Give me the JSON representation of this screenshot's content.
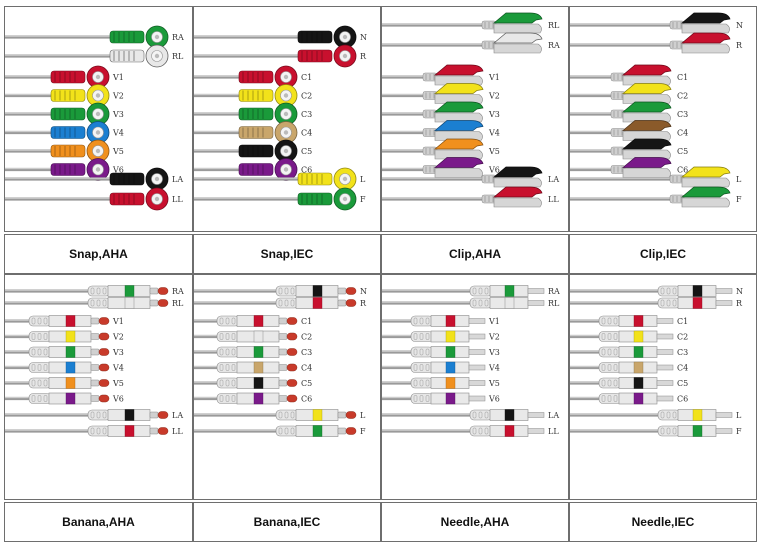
{
  "colors": {
    "white": "#e8e8e8",
    "black": "#151515",
    "red": "#c8102e",
    "green": "#1a9a3a",
    "yellow": "#f2e21a",
    "blue": "#1b7fd1",
    "orange": "#f0901e",
    "purple": "#7a1a8a",
    "brown": "#8a5a2a",
    "tan": "#c9a66b"
  },
  "panels": [
    {
      "caption": "Snap,AHA",
      "connector": "snap",
      "top": [
        [
          "RA",
          "green"
        ],
        [
          "RL",
          "white"
        ]
      ],
      "mid": [
        [
          "V1",
          "red"
        ],
        [
          "V2",
          "yellow"
        ],
        [
          "V3",
          "green"
        ],
        [
          "V4",
          "blue"
        ],
        [
          "V5",
          "orange"
        ],
        [
          "V6",
          "purple"
        ]
      ],
      "bot": [
        [
          "LA",
          "black"
        ],
        [
          "LL",
          "red"
        ]
      ]
    },
    {
      "caption": "Snap,IEC",
      "connector": "snap",
      "top": [
        [
          "N",
          "black"
        ],
        [
          "R",
          "red"
        ]
      ],
      "mid": [
        [
          "C1",
          "red"
        ],
        [
          "C2",
          "yellow"
        ],
        [
          "C3",
          "green"
        ],
        [
          "C4",
          "tan"
        ],
        [
          "C5",
          "black"
        ],
        [
          "C6",
          "purple"
        ]
      ],
      "bot": [
        [
          "L",
          "yellow"
        ],
        [
          "F",
          "green"
        ]
      ]
    },
    {
      "caption": "Clip,AHA",
      "connector": "clip",
      "top": [
        [
          "RL",
          "green"
        ],
        [
          "RA",
          "white"
        ]
      ],
      "mid": [
        [
          "V1",
          "red"
        ],
        [
          "V2",
          "yellow"
        ],
        [
          "V3",
          "green"
        ],
        [
          "V4",
          "blue"
        ],
        [
          "V5",
          "orange"
        ],
        [
          "V6",
          "purple"
        ]
      ],
      "bot": [
        [
          "LA",
          "black"
        ],
        [
          "LL",
          "red"
        ]
      ]
    },
    {
      "caption": "Clip,IEC",
      "connector": "clip",
      "top": [
        [
          "N",
          "black"
        ],
        [
          "R",
          "red"
        ]
      ],
      "mid": [
        [
          "C1",
          "red"
        ],
        [
          "C2",
          "yellow"
        ],
        [
          "C3",
          "green"
        ],
        [
          "C4",
          "brown"
        ],
        [
          "C5",
          "black"
        ],
        [
          "C6",
          "purple"
        ]
      ],
      "bot": [
        [
          "L",
          "yellow"
        ],
        [
          "F",
          "green"
        ]
      ]
    },
    {
      "caption": "Banana,AHA",
      "connector": "banana",
      "top": [
        [
          "RA",
          "green"
        ],
        [
          "RL",
          "white"
        ]
      ],
      "mid": [
        [
          "V1",
          "red"
        ],
        [
          "V2",
          "yellow"
        ],
        [
          "V3",
          "green"
        ],
        [
          "V4",
          "blue"
        ],
        [
          "V5",
          "orange"
        ],
        [
          "V6",
          "purple"
        ]
      ],
      "bot": [
        [
          "LA",
          "black"
        ],
        [
          "LL",
          "red"
        ]
      ]
    },
    {
      "caption": "Banana,IEC",
      "connector": "banana",
      "top": [
        [
          "N",
          "black"
        ],
        [
          "R",
          "red"
        ]
      ],
      "mid": [
        [
          "C1",
          "red"
        ],
        [
          "C2",
          "white"
        ],
        [
          "C3",
          "green"
        ],
        [
          "C4",
          "tan"
        ],
        [
          "C5",
          "black"
        ],
        [
          "C6",
          "purple"
        ]
      ],
      "bot": [
        [
          "L",
          "yellow"
        ],
        [
          "F",
          "green"
        ]
      ]
    },
    {
      "caption": "Needle,AHA",
      "connector": "needle",
      "top": [
        [
          "RA",
          "green"
        ],
        [
          "RL",
          "white"
        ]
      ],
      "mid": [
        [
          "V1",
          "red"
        ],
        [
          "V2",
          "yellow"
        ],
        [
          "V3",
          "green"
        ],
        [
          "V4",
          "blue"
        ],
        [
          "V5",
          "orange"
        ],
        [
          "V6",
          "purple"
        ]
      ],
      "bot": [
        [
          "LA",
          "black"
        ],
        [
          "LL",
          "red"
        ]
      ]
    },
    {
      "caption": "Needle,IEC",
      "connector": "needle",
      "top": [
        [
          "N",
          "black"
        ],
        [
          "R",
          "red"
        ]
      ],
      "mid": [
        [
          "C1",
          "red"
        ],
        [
          "C2",
          "yellow"
        ],
        [
          "C3",
          "green"
        ],
        [
          "C4",
          "tan"
        ],
        [
          "C5",
          "black"
        ],
        [
          "C6",
          "purple"
        ]
      ],
      "bot": [
        [
          "L",
          "yellow"
        ],
        [
          "F",
          "green"
        ]
      ]
    }
  ]
}
